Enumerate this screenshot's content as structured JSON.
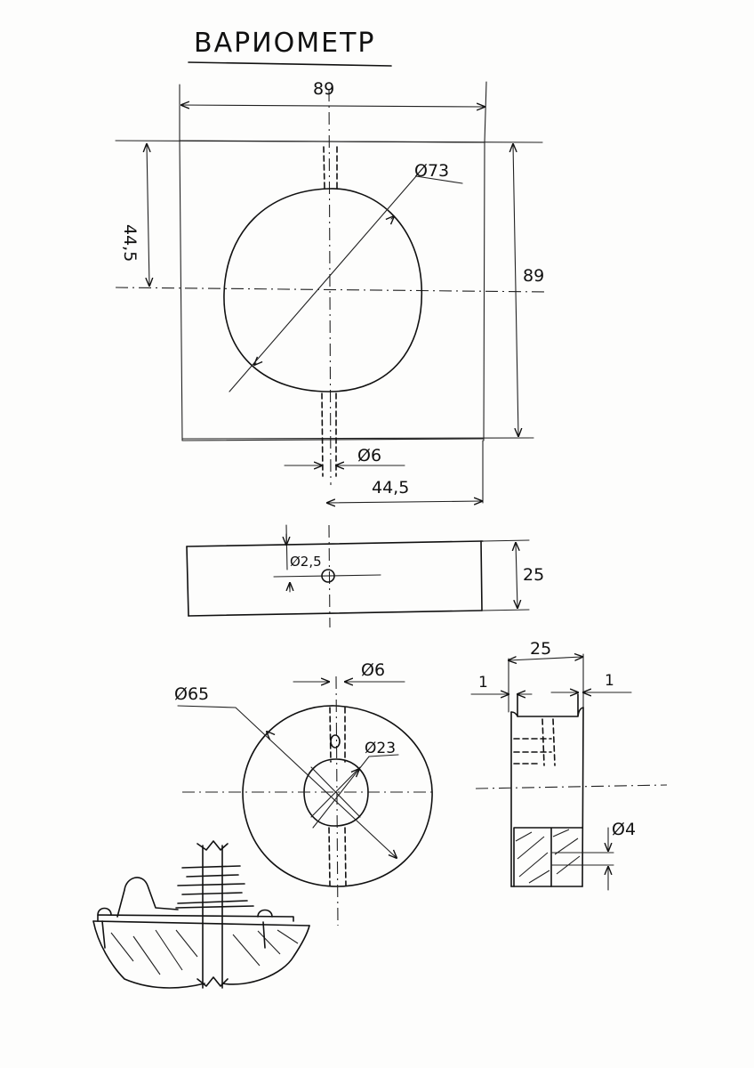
{
  "title": "ВАРИОМЕТР",
  "top_view": {
    "width": "89",
    "height": "89",
    "half_height": "44,5",
    "half_width": "44,5",
    "hole_diameter": "Ø73",
    "shaft_diameter": "Ø6"
  },
  "side_view": {
    "thickness": "25",
    "pin_diameter": "Ø2,5"
  },
  "rotor_front": {
    "outer_diameter": "Ø65",
    "shaft_diameter": "Ø6",
    "hub_diameter": "Ø23"
  },
  "rotor_section": {
    "width": "25",
    "wall_left": "1",
    "wall_right": "1",
    "hole_diameter": "Ø4"
  }
}
